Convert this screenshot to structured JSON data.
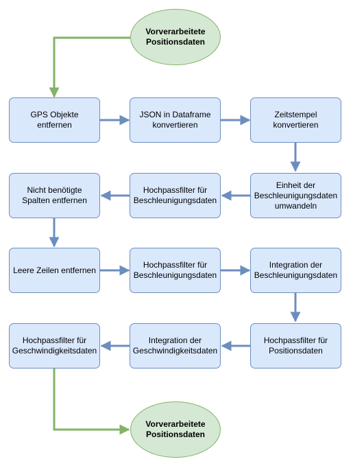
{
  "diagram": {
    "start": {
      "label": "Vorverarbeitete Positionsdaten"
    },
    "end": {
      "label": "Vorverarbeitete Positionsdaten"
    },
    "steps": [
      {
        "id": "s1",
        "label": "GPS Objekte entfernen"
      },
      {
        "id": "s2",
        "label": "JSON in Dataframe konvertieren"
      },
      {
        "id": "s3",
        "label": "Zeitstempel konvertieren"
      },
      {
        "id": "s4",
        "label": "Einheit der Beschleunigungsdaten umwandeln"
      },
      {
        "id": "s5",
        "label": "Hochpassfilter für Beschleunigungsdaten"
      },
      {
        "id": "s6",
        "label": "Nicht benötigte Spalten entfernen"
      },
      {
        "id": "s7",
        "label": "Leere Zeilen entfernen"
      },
      {
        "id": "s8",
        "label": "Hochpassfilter für Beschleunigungsdaten"
      },
      {
        "id": "s9",
        "label": "Integration der Beschleunigungsdaten"
      },
      {
        "id": "s10",
        "label": "Hochpassfilter für Positionsdaten"
      },
      {
        "id": "s11",
        "label": "Integration der Geschwindigkeitsdaten"
      },
      {
        "id": "s12",
        "label": "Hochpassfilter für Geschwindigkeitsdaten"
      }
    ],
    "colors": {
      "process_fill": "#dae8fc",
      "process_stroke": "#6c8ebf",
      "terminal_fill": "#d5e8d4",
      "terminal_stroke": "#82b366",
      "flow_arrow": "#6c8ebf",
      "terminal_arrow": "#82b366"
    }
  }
}
